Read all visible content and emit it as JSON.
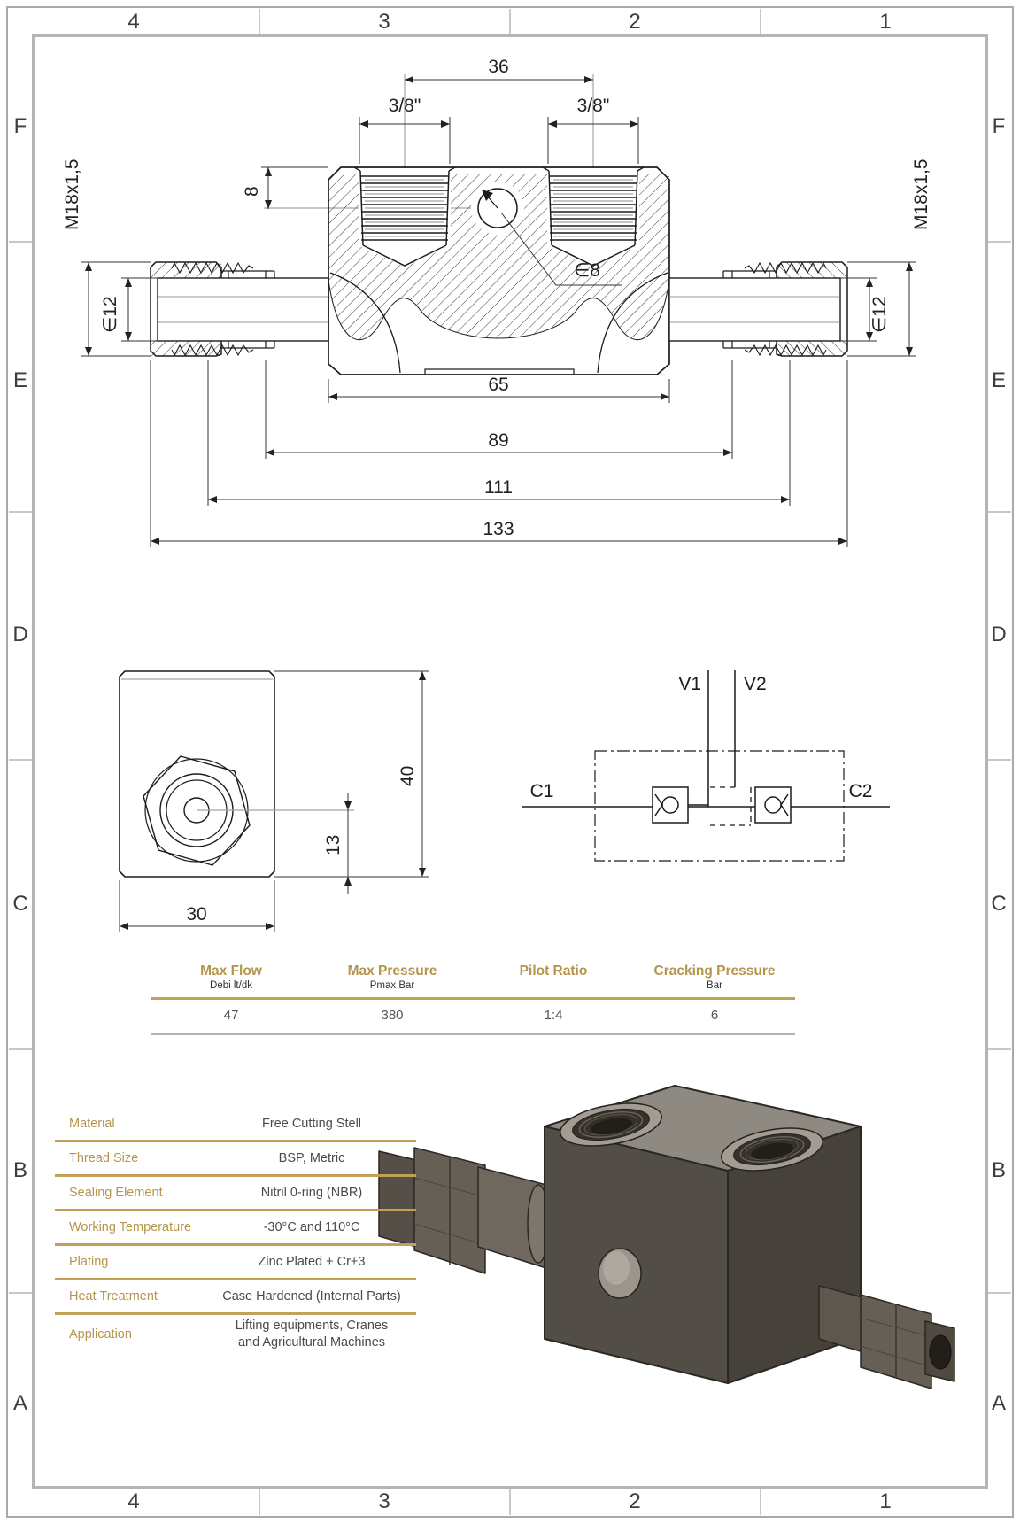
{
  "border": {
    "cols": [
      "4",
      "3",
      "2",
      "1"
    ],
    "rows": [
      "F",
      "E",
      "D",
      "C",
      "B",
      "A"
    ]
  },
  "drawing": {
    "dims": {
      "d36": "36",
      "d38_left": "3/8\"",
      "d38_right": "3/8\"",
      "d8": "8",
      "dia8": "∈8",
      "m18_left": "M18x1,5",
      "m18_right": "M18x1,5",
      "dia12_left": "∈12",
      "dia12_right": "∈12",
      "d65": "65",
      "d89": "89",
      "d111": "111",
      "d133": "133",
      "d40": "40",
      "d13": "13",
      "d30": "30"
    },
    "schematic": {
      "v1": "V1",
      "v2": "V2",
      "c1": "C1",
      "c2": "C2"
    }
  },
  "spec_table": {
    "columns": [
      {
        "title": "Max Flow",
        "subtitle": "Debi lt/dk",
        "value": "47"
      },
      {
        "title": "Max Pressure",
        "subtitle": "Pmax Bar",
        "value": "380"
      },
      {
        "title": "Pilot Ratio",
        "subtitle": "",
        "value": "1:4"
      },
      {
        "title": "Cracking Pressure",
        "subtitle": "Bar",
        "value": "6"
      }
    ]
  },
  "materials": {
    "rows": [
      {
        "label": "Material",
        "value": "Free Cutting Stell"
      },
      {
        "label": "Thread Size",
        "value": "BSP, Metric"
      },
      {
        "label": "Sealing Element",
        "value": "Nitril 0-ring (NBR)"
      },
      {
        "label": "Working Temperature",
        "value": "-30°C and 110°C"
      },
      {
        "label": "Plating",
        "value": "Zinc Plated + Cr+3"
      },
      {
        "label": "Heat Treatment",
        "value": "Case Hardened (Internal Parts)"
      },
      {
        "label": "Application",
        "value": "Lifting equipments, Cranes\nand Agricultural Machines"
      }
    ]
  },
  "colors": {
    "gold": "#b5954c",
    "gold_line": "#c2a055",
    "gray_line": "#b3b3b3",
    "value_text": "#4a4a4a",
    "frame_gray": "#b5b5b5",
    "render_body_front": "#524d46",
    "render_body_top": "#8f8a81",
    "render_body_side": "#46413b"
  }
}
